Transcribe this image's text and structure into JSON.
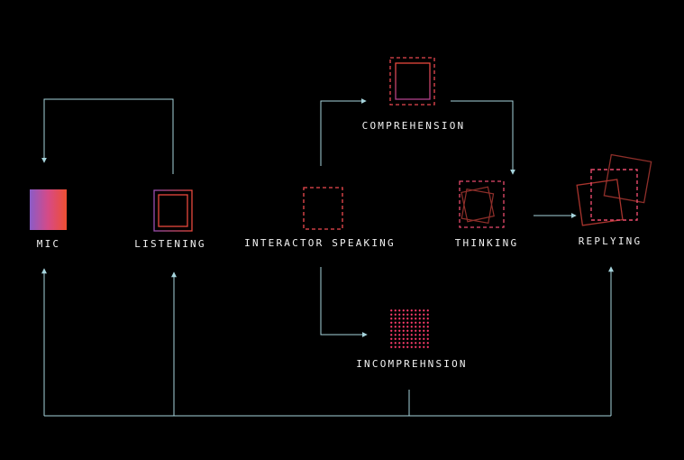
{
  "diagram": {
    "nodes": {
      "mic": {
        "label": "MIC"
      },
      "listening": {
        "label": "LISTENING"
      },
      "interactor_speaking": {
        "label": "INTERACTOR SPEAKING"
      },
      "comprehension": {
        "label": "COMPREHENSION"
      },
      "incomprehension": {
        "label": "INCOMPREHNSION"
      },
      "thinking": {
        "label": "THINKING"
      },
      "replying": {
        "label": "REPLYING"
      }
    },
    "colors": {
      "background": "#000000",
      "connector": "#a6d4dc",
      "accent_red": "#e8483c",
      "accent_pink": "#e0467c",
      "accent_purple": "#8a5cc8",
      "dark_red": "#8f2f2a",
      "label": "#f2f2f2"
    }
  }
}
